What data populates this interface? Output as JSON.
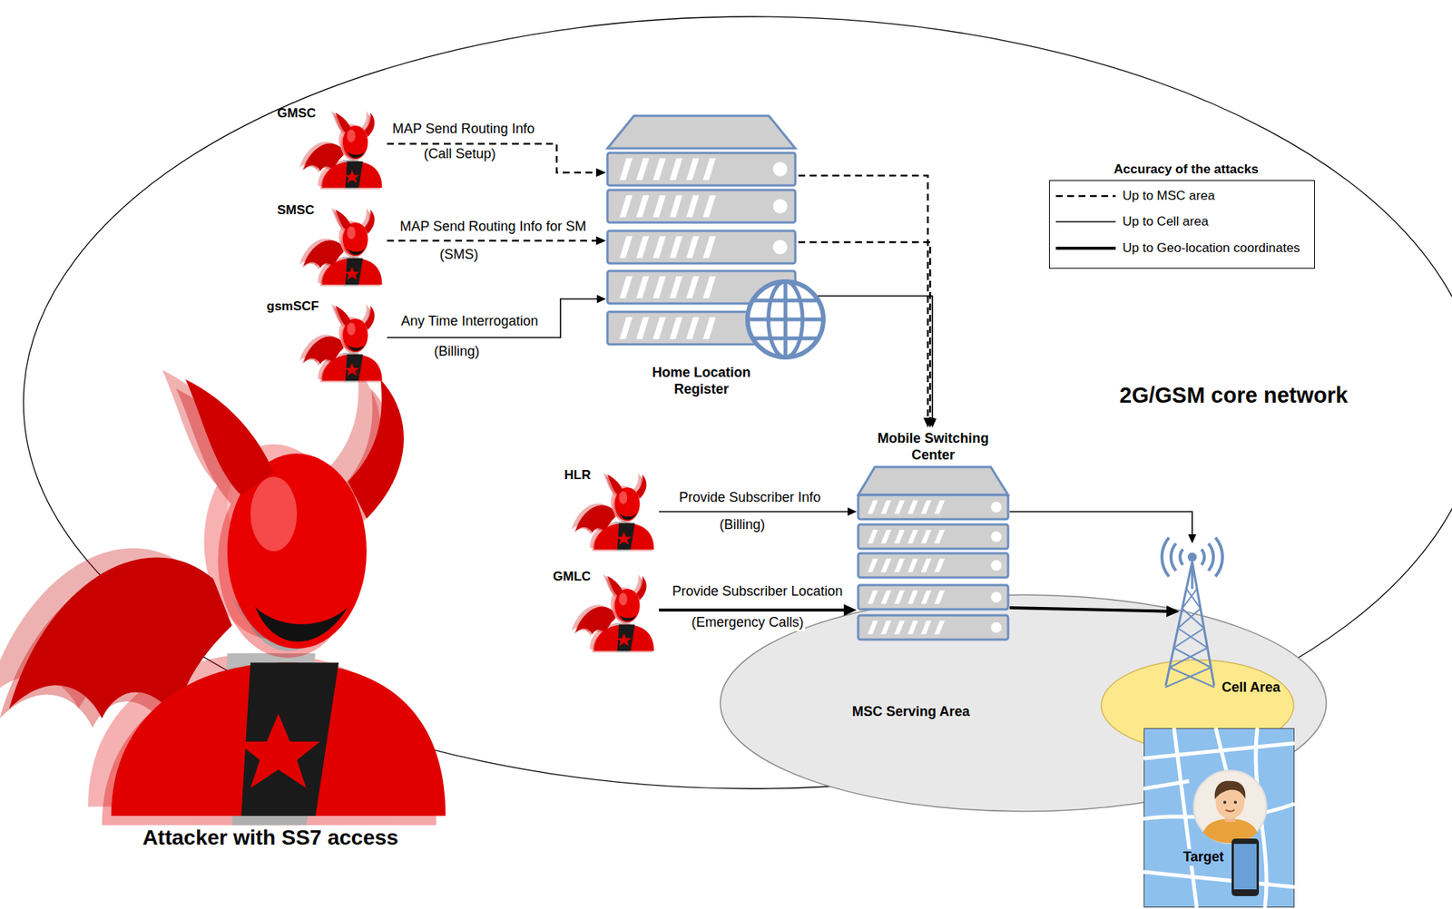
{
  "diagram": {
    "nodes": [
      {
        "text": [
          "2G/GSM core network"
        ]
      },
      {
        "text": [
          "GMSC"
        ],
        "in": 0
      },
      {
        "text": [
          "SMSC"
        ],
        "in": 0
      },
      {
        "text": [
          "gsmSCF"
        ],
        "in": 0
      },
      {
        "text": [
          "Home Location Register"
        ],
        "in": 0
      },
      {
        "text": [
          "Mobile Switching Center"
        ],
        "in": 0
      },
      {
        "text": [
          "HLR"
        ],
        "in": 0
      },
      {
        "text": [
          "GMLC"
        ],
        "in": 0
      },
      {
        "text": [
          "MSC Serving Area"
        ]
      },
      {
        "text": [
          "Cell Area"
        ],
        "in": 8
      },
      {
        "text": [
          "Target"
        ]
      },
      {
        "text": [
          "Attacker with SS7 access"
        ]
      }
    ],
    "edges": [
      {
        "from": 1,
        "to": 4,
        "arrow": "to",
        "label": "MAP Send Routing Info"
      },
      {
        "from": 2,
        "to": 4,
        "arrow": "to",
        "label": "MAP Send Routing Info for SM"
      },
      {
        "from": 3,
        "to": 4,
        "arrow": "to",
        "label": "Any Time Interrogation"
      },
      {
        "from": 4,
        "to": 5,
        "arrow": "to"
      },
      {
        "from": 4,
        "to": 5,
        "arrow": "to"
      },
      {
        "from": 4,
        "to": 5,
        "arrow": "to"
      },
      {
        "from": 6,
        "to": 5,
        "arrow": "to",
        "label": "Provide Subscriber Info"
      },
      {
        "from": 7,
        "to": 5,
        "arrow": "to",
        "label": "Provide Subscriber Location"
      },
      {
        "from": 5,
        "to": 9,
        "arrow": "to"
      },
      {
        "from": 5,
        "to": 9,
        "arrow": "to"
      }
    ],
    "labels": [
      "(Call Setup)",
      "(SMS)",
      "(Billing)",
      "(Billing)",
      "(Emergency Calls)",
      "Accuracy of the attacks"
    ],
    "legend": [
      {
        "text": "Up to MSC area"
      },
      {
        "text": "Up to Cell area"
      },
      {
        "text": "Up to Geo-location coordinates"
      }
    ]
  }
}
